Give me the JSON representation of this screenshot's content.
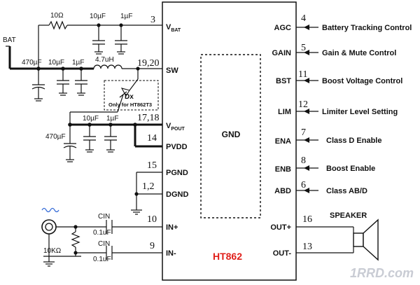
{
  "chip": {
    "name": "HT862",
    "name_color": "#e0201b",
    "core_label": "GND"
  },
  "left_pins": [
    {
      "label": "VBAT",
      "num": "3"
    },
    {
      "label": "SW",
      "num": "19,20"
    },
    {
      "label": "VPOUT",
      "num": "17,18"
    },
    {
      "label": "PVDD",
      "num": "14"
    },
    {
      "label": "PGND",
      "num": "15"
    },
    {
      "label": "DGND",
      "num": "1,2"
    },
    {
      "label": "IN+",
      "num": "10"
    },
    {
      "label": "IN-",
      "num": "9"
    }
  ],
  "right_pins": [
    {
      "label": "AGC",
      "num": "4",
      "desc": "Battery Tracking Control"
    },
    {
      "label": "GAIN",
      "num": "5",
      "desc": "Gain & Mute Control"
    },
    {
      "label": "BST",
      "num": "11",
      "desc": "Boost Voltage Control"
    },
    {
      "label": "LIM",
      "num": "12",
      "desc": "Limiter Level Setting"
    },
    {
      "label": "ENA",
      "num": "7",
      "desc": "Class D Enable"
    },
    {
      "label": "ENB",
      "num": "8",
      "desc": "Boost Enable"
    },
    {
      "label": "ABD",
      "num": "6",
      "desc": "Class AB/D"
    },
    {
      "label": "OUT+",
      "num": "16"
    },
    {
      "label": "OUT-",
      "num": "13"
    }
  ],
  "components": {
    "bat_label": "BAT",
    "r_vbat": "10Ω",
    "c_vbat_1": "10µF",
    "c_vbat_2": "1µF",
    "c_bat_bulk": "470µF",
    "c_bat_10": "10µF",
    "c_bat_1": "1µF",
    "inductor": "4.7uH",
    "diode_name": "Dx",
    "diode_note": "Only for HT862T3",
    "c_vp_10": "10µF",
    "c_vp_1": "1µF",
    "c_vp_bulk": "470µF",
    "cin_p": "CIN",
    "cin_p_val": "0.1uF",
    "cin_n": "CIN",
    "cin_n_val": "0.1uF",
    "r_in": "10KΩ",
    "speaker": "SPEAKER"
  },
  "watermark": "1RRD.com",
  "colors": {
    "line": "#111111",
    "source_wave": "#3a6fd8",
    "watermark": "#c9ccd4"
  }
}
